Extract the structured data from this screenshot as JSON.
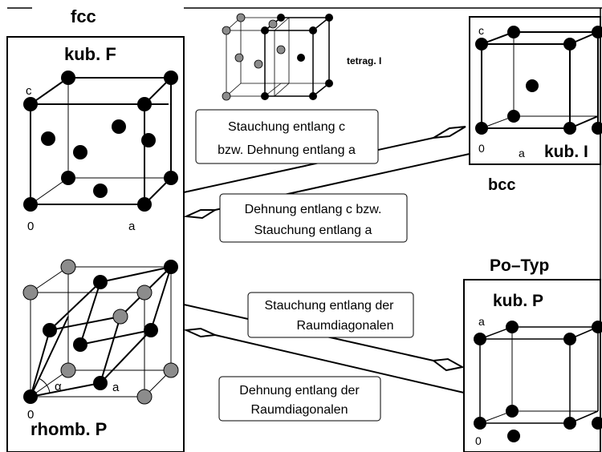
{
  "labels": {
    "fcc": "fcc",
    "kub_f": "kub. F",
    "tetrag_i": "tetrag. I",
    "bcc": "bcc",
    "kub_i": "kub. I",
    "po_typ": "Po–Typ",
    "kub_p": "kub. P",
    "rhomb_p": "rhomb. P",
    "axis_c": "c",
    "axis_a": "a",
    "origin": "0",
    "alpha": "α"
  },
  "boxes": {
    "compress_c_line1": "Stauchung entlang c",
    "compress_c_line2": "bzw. Dehnung entlang a",
    "stretch_c_line1": "Dehnung entlang c bzw.",
    "stretch_c_line2": "Stauchung entlang a",
    "compress_diag_line1": "Stauchung entlang der",
    "compress_diag_line2": "Raumdiagonalen",
    "stretch_diag_line1": "Dehnung entlang der",
    "stretch_diag_line2": "Raumdiagonalen"
  },
  "colors": {
    "atom_black": "#000000",
    "atom_gray": "#8c8c8c",
    "line": "#000000"
  }
}
